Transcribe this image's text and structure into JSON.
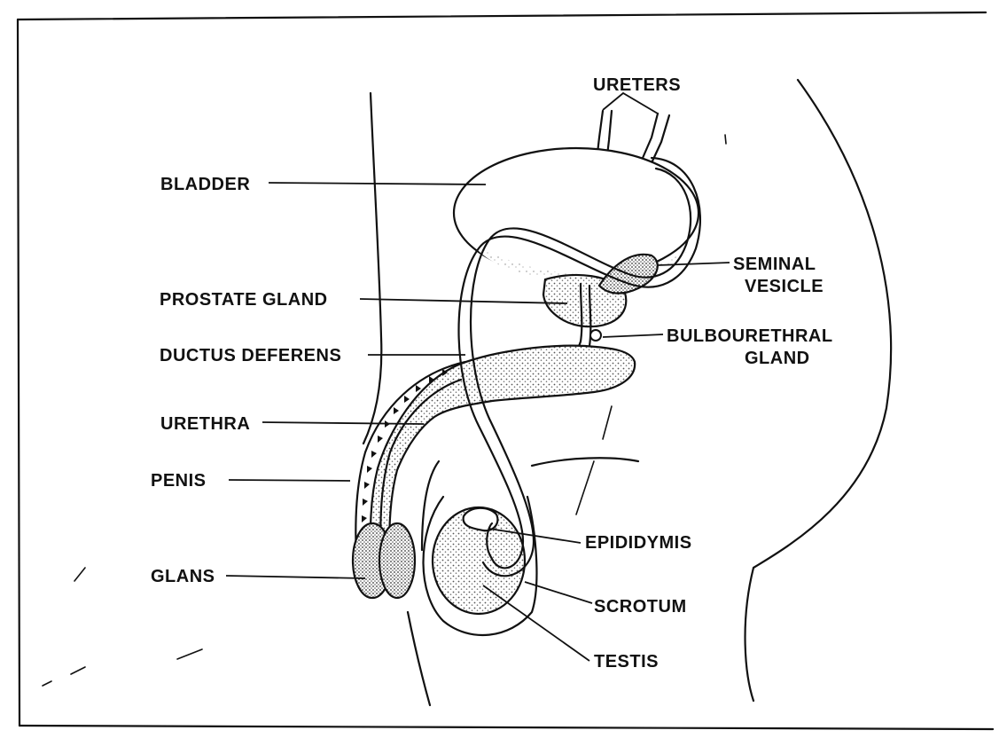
{
  "labels": {
    "ureters": "URETERS",
    "bladder": "BLADDER",
    "seminal_vesicle_1": "SEMINAL",
    "seminal_vesicle_2": "VESICLE",
    "prostate_gland": "PROSTATE GLAND",
    "bulbourethral_1": "BULBOURETHRAL",
    "bulbourethral_2": "GLAND",
    "ductus_deferens": "DUCTUS DEFERENS",
    "urethra": "URETHRA",
    "penis": "PENIS",
    "glans": "GLANS",
    "epididymis": "EPIDIDYMIS",
    "scrotum": "SCROTUM",
    "testis": "TESTIS"
  },
  "colors": {
    "ink": "#111111",
    "paper": "#ffffff",
    "stipple": "#8a8a8a"
  }
}
